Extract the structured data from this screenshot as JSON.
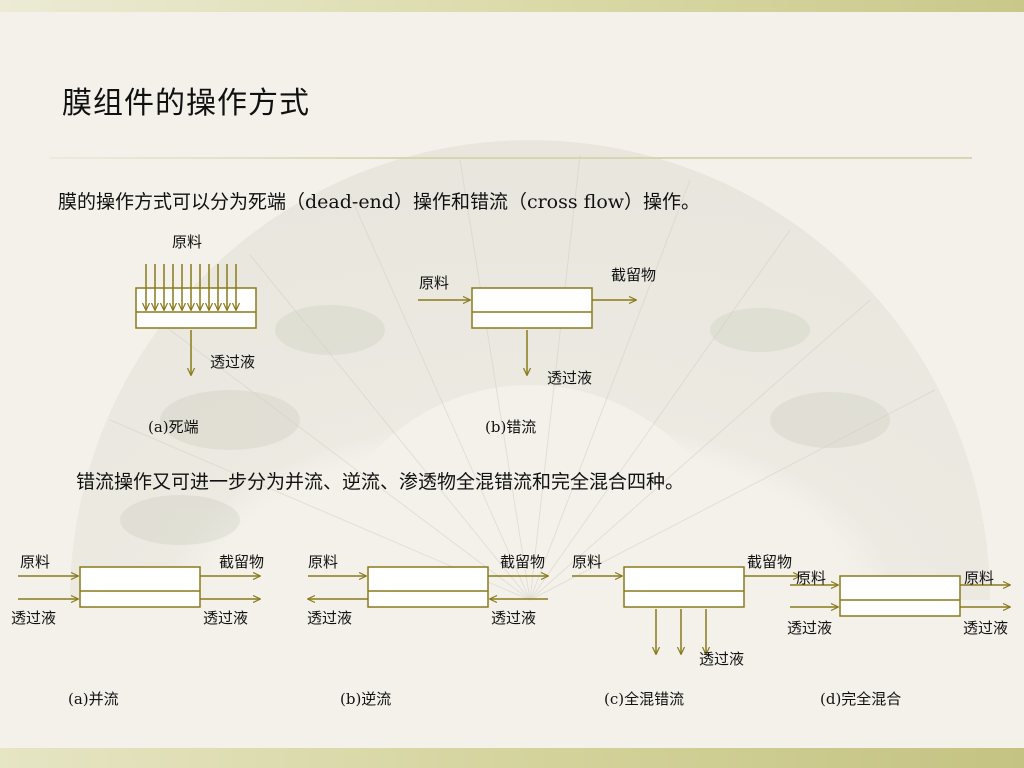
{
  "slide": {
    "title": "膜组件的操作方式",
    "intro": "膜的操作方式可以分为死端（dead-end）操作和错流（cross flow）操作。",
    "subdivision": "错流操作又可进一步分为并流、逆流、渗透物全混错流和完全混合四种。"
  },
  "colors": {
    "arrow": "#8a7a1c",
    "box_border": "#8a7a1c",
    "box_fill": "#ffffff"
  },
  "top_diagrams": {
    "dead_end": {
      "feed": "原料",
      "permeate": "透过液",
      "caption": "(a)死端"
    },
    "cross_flow": {
      "feed": "原料",
      "retentate": "截留物",
      "permeate": "透过液",
      "caption": "(b)错流"
    }
  },
  "bottom_diagrams": {
    "cocurrent": {
      "feed": "原料",
      "retentate": "截留物",
      "permeate_in": "透过液",
      "permeate_out": "透过液",
      "caption": "(a)并流"
    },
    "countercurrent": {
      "feed": "原料",
      "retentate": "截留物",
      "permeate_in": "透过液",
      "permeate_out": "透过液",
      "caption": "(b)逆流"
    },
    "permeate_mixed": {
      "feed": "原料",
      "retentate": "截留物",
      "permeate": "透过液",
      "caption": "(c)全混错流"
    },
    "complete_mix": {
      "feed": "原料",
      "retentate": "原料",
      "permeate_in": "透过液",
      "permeate_out": "透过液",
      "caption": "(d)完全混合"
    }
  }
}
